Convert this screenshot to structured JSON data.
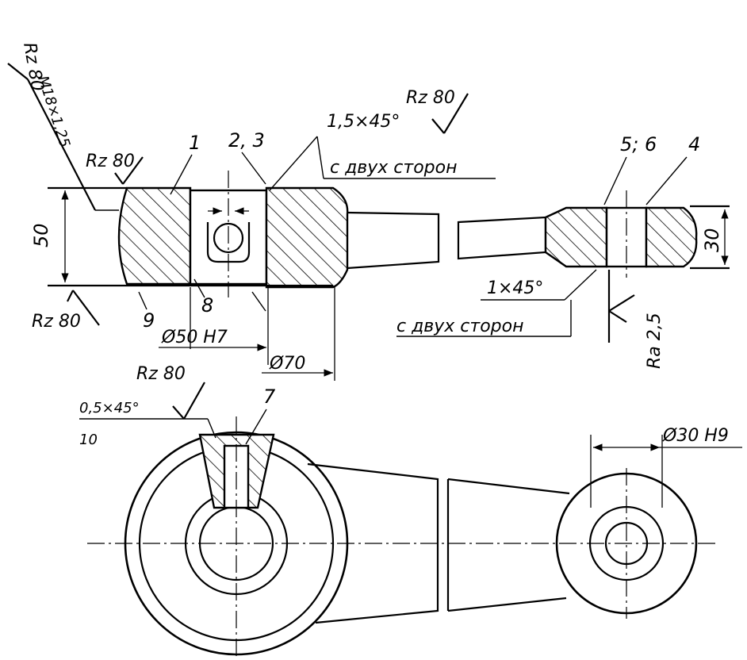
{
  "top_left_roughness": {
    "label": "Rz 80",
    "sub": "Rz",
    "value": "80"
  },
  "thread_note": "M18×1,25",
  "front_view": {
    "height_dim": "50",
    "left_roughness_top": "Rz 80",
    "left_roughness_bottom": "Rz 80",
    "part_numbers": {
      "p1": "1",
      "p23": "2, 3",
      "p8": "8",
      "p9": "9"
    },
    "chamfer_top": "1,5×45°",
    "chamfer_note_top": "с двух сторон",
    "top_roughness": "Rz 80",
    "bore_dim": "Ø50 H7",
    "outer_dim": "Ø70"
  },
  "right_section": {
    "part_numbers": {
      "p56": "5; 6",
      "p4": "4"
    },
    "height_dim": "30",
    "chamfer": "1×45°",
    "chamfer_note": "с двух сторон",
    "roughness": "Ra 2,5"
  },
  "plan_view": {
    "roughness": "Rz 80",
    "chamfer": "0,5×45°",
    "chamfer_depth": "10",
    "part_number_7": "7",
    "small_bore_dim": "Ø30 H9"
  }
}
